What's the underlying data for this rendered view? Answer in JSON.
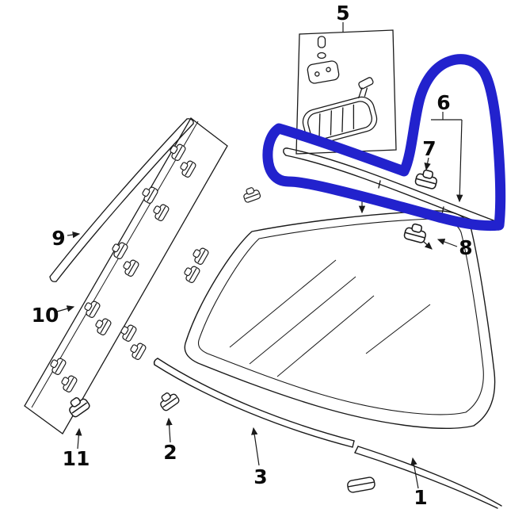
{
  "diagram": {
    "background_color": "#ffffff",
    "line_color": "#1a1a1a",
    "highlight_color": "#2222cd",
    "callouts": {
      "n1": "1",
      "n2": "2",
      "n3": "3",
      "n5": "5",
      "n6": "6",
      "n7": "7",
      "n8": "8",
      "n9": "9",
      "n10": "10",
      "n11": "11"
    }
  }
}
